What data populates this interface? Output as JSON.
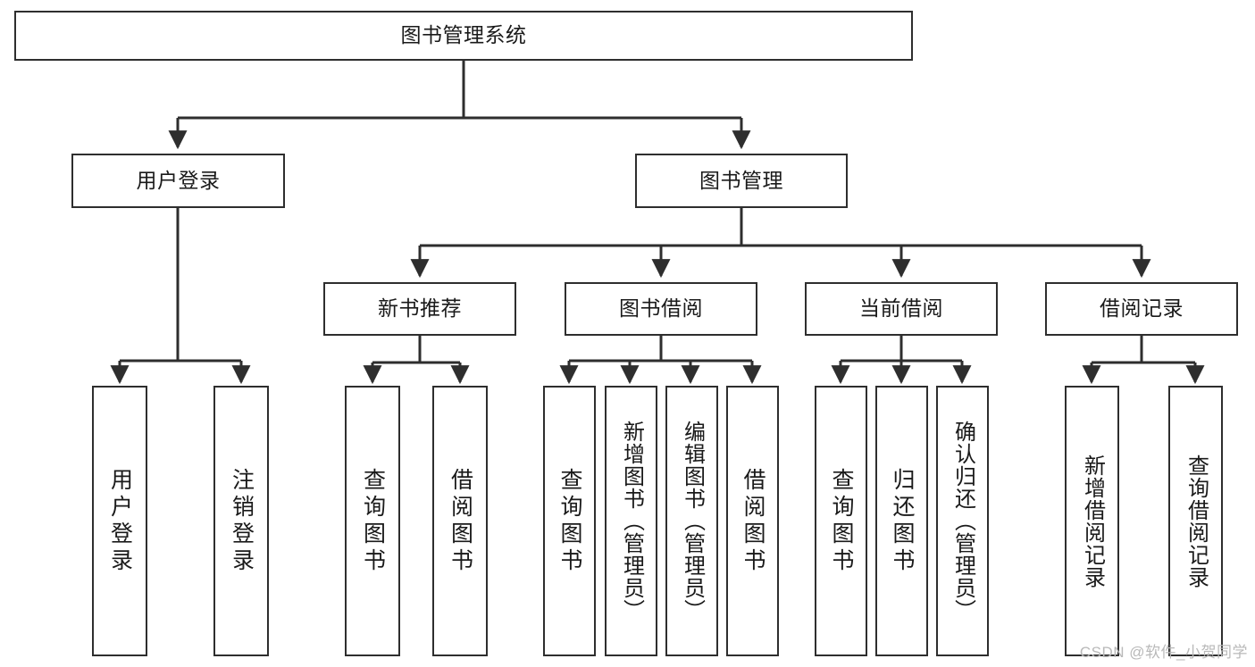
{
  "diagram": {
    "title": "图书管理系统",
    "type": "hierarchy-tree",
    "colors": {
      "box_border": "#2e2e2e",
      "box_fill": "#ffffff",
      "edge": "#2e2e2e",
      "text": "#1a1a1a",
      "watermark": "#b9b9b9",
      "background": "#ffffff"
    },
    "levels": {
      "level1": [
        "图书管理系统"
      ],
      "level2": [
        "用户登录",
        "图书管理"
      ],
      "level3": [
        "新书推荐",
        "图书借阅",
        "当前借阅",
        "借阅记录"
      ],
      "level4": [
        "用户登录",
        "注销登录",
        "查询图书",
        "借阅图书",
        "查询图书",
        "新增图书（管理员）",
        "编辑图书（管理员）",
        "借阅图书",
        "查询图书",
        "归还图书",
        "确认归还（管理员）",
        "新增借阅记录",
        "查询借阅记录"
      ]
    },
    "nodes": {
      "root": {
        "label": "图书管理系统"
      },
      "user_login": {
        "label": "用户登录"
      },
      "book_manage": {
        "label": "图书管理"
      },
      "new_book_rec": {
        "label": "新书推荐"
      },
      "book_borrow": {
        "label": "图书借阅"
      },
      "current_borrow": {
        "label": "当前借阅"
      },
      "borrow_record": {
        "label": "借阅记录"
      },
      "leaf_user_login": {
        "label": "用户登录"
      },
      "leaf_logout": {
        "label": "注销登录"
      },
      "leaf_query_book_a": {
        "label": "查询图书"
      },
      "leaf_borrow_book_a": {
        "label": "借阅图书"
      },
      "leaf_query_book_b": {
        "label": "查询图书"
      },
      "leaf_add_book": {
        "label": "新增图书（管理员）"
      },
      "leaf_edit_book": {
        "label": "编辑图书（管理员）"
      },
      "leaf_borrow_book_b": {
        "label": "借阅图书"
      },
      "leaf_query_book_c": {
        "label": "查询图书"
      },
      "leaf_return_book": {
        "label": "归还图书"
      },
      "leaf_confirm_return": {
        "label": "确认归还（管理员）"
      },
      "leaf_add_record": {
        "label": "新增借阅记录"
      },
      "leaf_query_record": {
        "label": "查询借阅记录"
      }
    },
    "edges": [
      {
        "from": "root",
        "to": "user_login"
      },
      {
        "from": "root",
        "to": "book_manage"
      },
      {
        "from": "user_login",
        "to": "leaf_user_login"
      },
      {
        "from": "user_login",
        "to": "leaf_logout"
      },
      {
        "from": "book_manage",
        "to": "new_book_rec"
      },
      {
        "from": "book_manage",
        "to": "book_borrow"
      },
      {
        "from": "book_manage",
        "to": "current_borrow"
      },
      {
        "from": "book_manage",
        "to": "borrow_record"
      },
      {
        "from": "new_book_rec",
        "to": "leaf_query_book_a"
      },
      {
        "from": "new_book_rec",
        "to": "leaf_borrow_book_a"
      },
      {
        "from": "book_borrow",
        "to": "leaf_query_book_b"
      },
      {
        "from": "book_borrow",
        "to": "leaf_add_book"
      },
      {
        "from": "book_borrow",
        "to": "leaf_edit_book"
      },
      {
        "from": "book_borrow",
        "to": "leaf_borrow_book_b"
      },
      {
        "from": "current_borrow",
        "to": "leaf_query_book_c"
      },
      {
        "from": "current_borrow",
        "to": "leaf_return_book"
      },
      {
        "from": "current_borrow",
        "to": "leaf_confirm_return"
      },
      {
        "from": "borrow_record",
        "to": "leaf_add_record"
      },
      {
        "from": "borrow_record",
        "to": "leaf_query_record"
      }
    ]
  },
  "watermark": {
    "text": "CSDN @软件_小贺同学"
  }
}
